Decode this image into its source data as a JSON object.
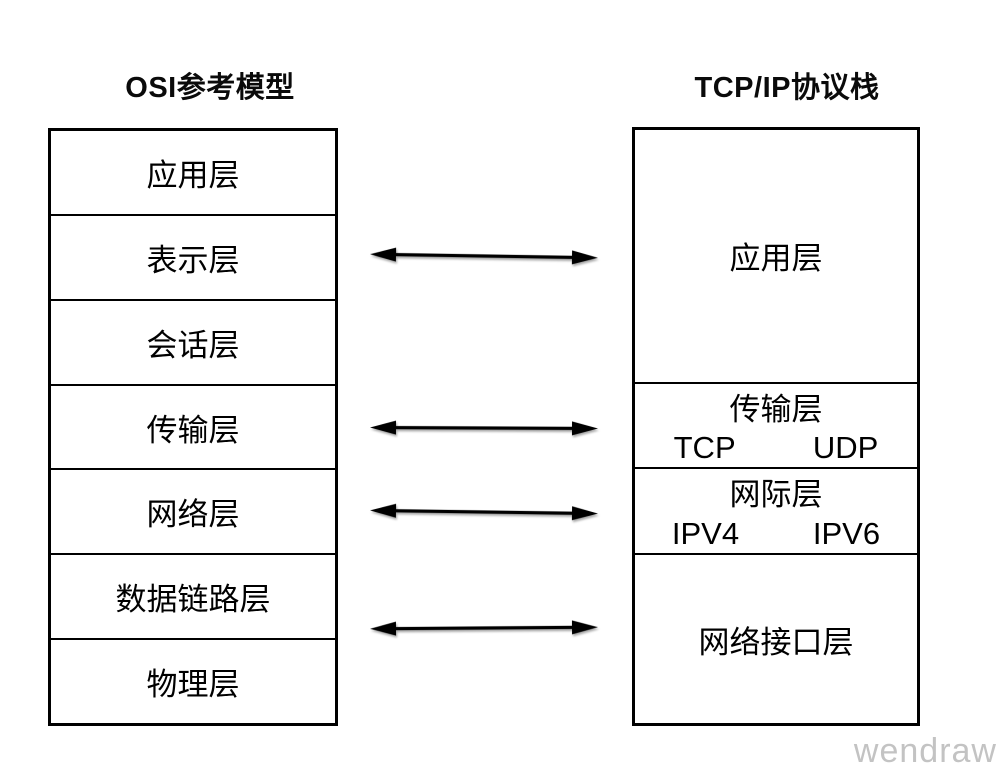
{
  "page": {
    "background": "#ffffff",
    "line_color": "#000000",
    "watermark": {
      "text": "wendraw",
      "color": "#c3c3c3"
    }
  },
  "osi": {
    "title": "OSI参考模型",
    "layers": [
      "应用层",
      "表示层",
      "会话层",
      "传输层",
      "网络层",
      "数据链路层",
      "物理层"
    ]
  },
  "tcpip": {
    "title": "TCP/IP协议栈",
    "layers": [
      {
        "label": "应用层",
        "span": 3
      },
      {
        "label": "传输层",
        "span": 1,
        "sub_left": "TCP",
        "sub_right": "UDP"
      },
      {
        "label": "网际层",
        "span": 1,
        "sub_left": "IPV4",
        "sub_right": "IPV6"
      },
      {
        "label": "网络接口层",
        "span": 2
      }
    ]
  },
  "arrows": {
    "count": 4,
    "style": "double-headed",
    "links": [
      "表示层 ↔ 应用层",
      "传输层 ↔ 传输层",
      "网络层 ↔ 网际层",
      "数据链路层/物理层 ↔ 网络接口层"
    ]
  }
}
